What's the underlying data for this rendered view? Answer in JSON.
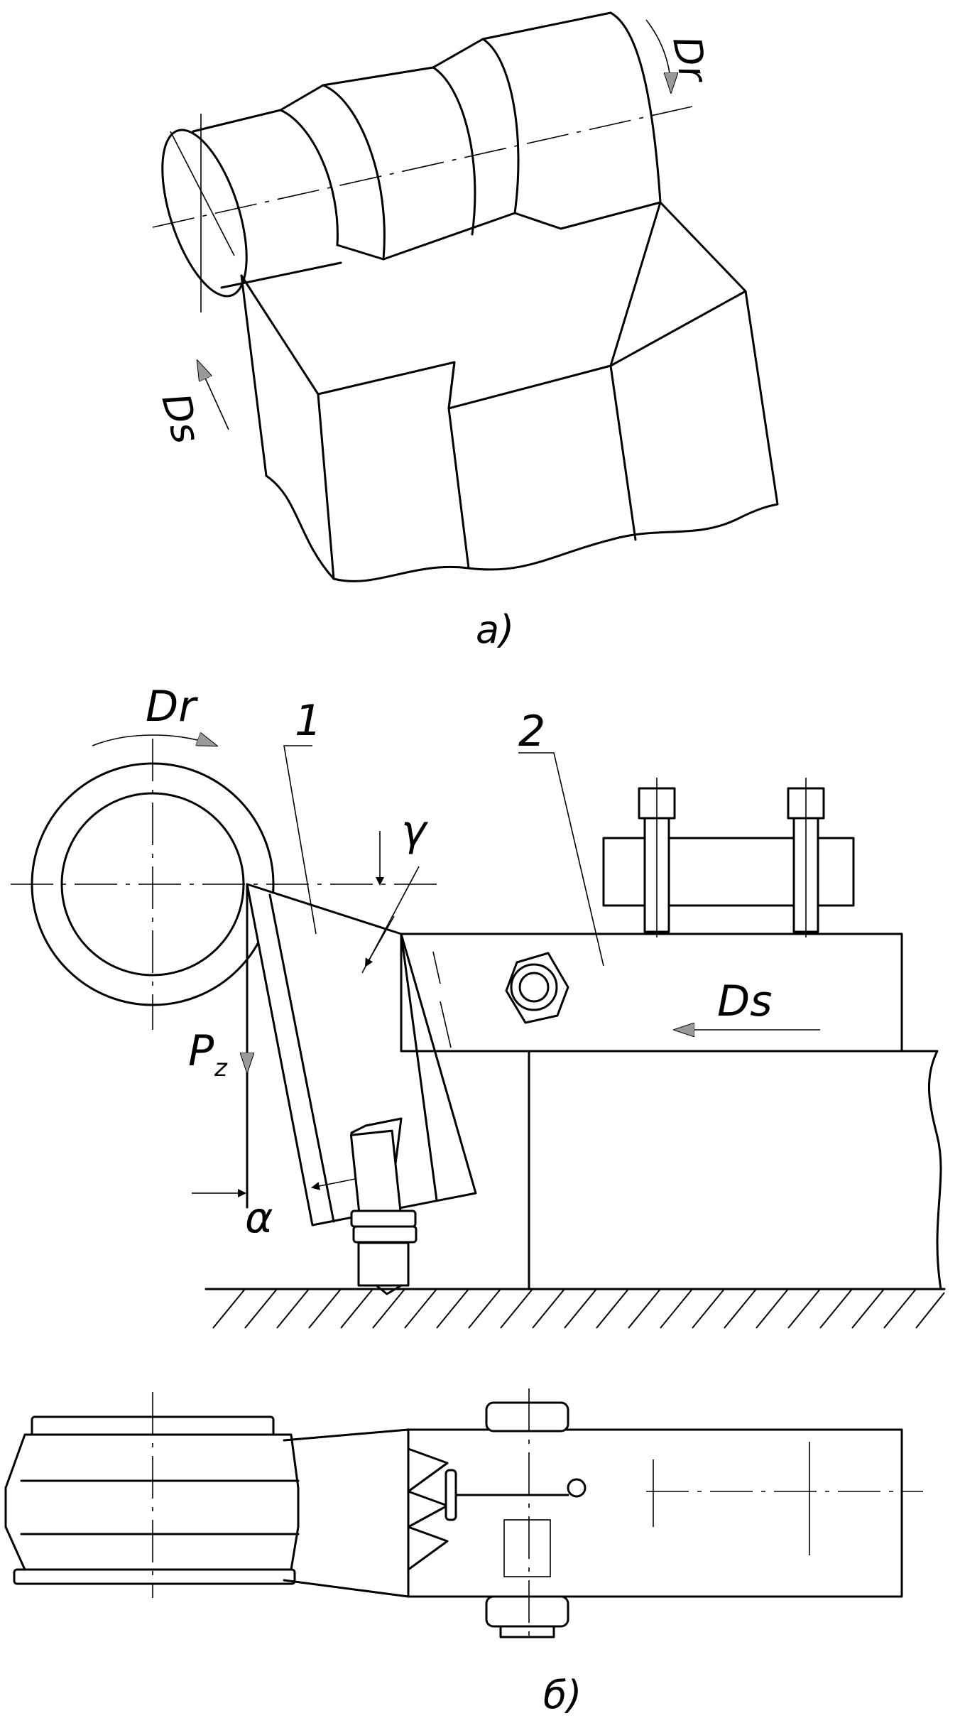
{
  "figure_a": {
    "caption": "а)",
    "rotation_label": "Dr",
    "feed_label": "Ds"
  },
  "figure_b": {
    "caption": "б)",
    "rotation_label": "Dr",
    "feed_label": "Ds",
    "part_1_label": "1",
    "part_2_label": "2",
    "force_label_main": "P",
    "force_label_sub": "z",
    "rake_angle_label": "γ",
    "clearance_angle_label": "α"
  },
  "colors": {
    "line": "#000000",
    "arrow_fill": "#9a9a9a",
    "background": "#ffffff"
  }
}
